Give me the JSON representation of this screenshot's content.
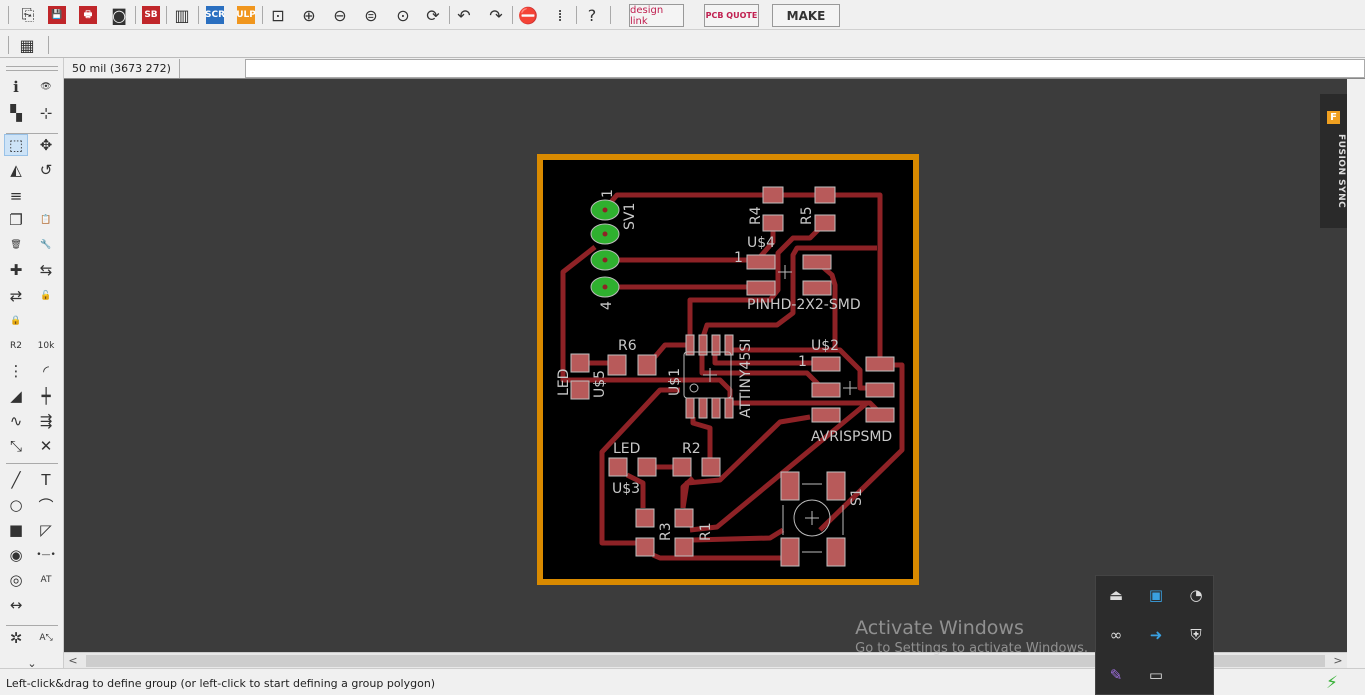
{
  "toolbar": {
    "icons": [
      {
        "name": "open",
        "glyph": "⎘"
      },
      {
        "name": "save",
        "glyph": "💾"
      },
      {
        "name": "print",
        "glyph": "🖶"
      },
      {
        "name": "cam",
        "glyph": "◙"
      },
      {
        "name": "sch-brd-switch",
        "glyph": "SB"
      },
      {
        "name": "library",
        "glyph": "▥"
      },
      {
        "name": "script",
        "glyph": "SCR"
      },
      {
        "name": "ulp",
        "glyph": "ULP"
      },
      {
        "name": "zoom-fit",
        "glyph": "⊡"
      },
      {
        "name": "zoom-in",
        "glyph": "⊕"
      },
      {
        "name": "zoom-out",
        "glyph": "⊖"
      },
      {
        "name": "zoom-select",
        "glyph": "⊜"
      },
      {
        "name": "zoom-menu",
        "glyph": "⊙"
      },
      {
        "name": "redraw",
        "glyph": "⟳"
      },
      {
        "name": "undo",
        "glyph": "↶"
      },
      {
        "name": "redo",
        "glyph": "↷"
      },
      {
        "name": "stop",
        "glyph": "⛔"
      },
      {
        "name": "go",
        "glyph": "⁞"
      },
      {
        "name": "help",
        "glyph": "?"
      }
    ],
    "designlink": "design link",
    "pcbquote": "PCB QUOTE",
    "make": "MAKE",
    "grid_icon": "▦"
  },
  "coord": "50 mil (3673 272)",
  "command": "",
  "left_toolbar": [
    {
      "name": "info",
      "glyph": "ℹ"
    },
    {
      "name": "show",
      "glyph": "👁"
    },
    {
      "name": "display-layers",
      "glyph": "▚"
    },
    {
      "name": "mark",
      "glyph": "⊹"
    },
    {
      "name": "group",
      "glyph": "⬚"
    },
    {
      "name": "move",
      "glyph": "✥"
    },
    {
      "name": "mirror",
      "glyph": "◭"
    },
    {
      "name": "rotate",
      "glyph": "↺"
    },
    {
      "name": "align",
      "glyph": "≡"
    },
    {
      "name": "",
      "glyph": ""
    },
    {
      "name": "copy",
      "glyph": "❐"
    },
    {
      "name": "paste",
      "glyph": "📋"
    },
    {
      "name": "delete",
      "glyph": "🗑"
    },
    {
      "name": "change",
      "glyph": "🔧"
    },
    {
      "name": "add",
      "glyph": "✚"
    },
    {
      "name": "replace",
      "glyph": "⇆"
    },
    {
      "name": "swap",
      "glyph": "⇄"
    },
    {
      "name": "lock-menu",
      "glyph": "🔓"
    },
    {
      "name": "lock",
      "glyph": "🔒"
    },
    {
      "name": "",
      "glyph": ""
    },
    {
      "name": "name",
      "glyph": "R2"
    },
    {
      "name": "value",
      "glyph": "10k"
    },
    {
      "name": "smash",
      "glyph": "⋮"
    },
    {
      "name": "miter",
      "glyph": "◜"
    },
    {
      "name": "split",
      "glyph": "◢"
    },
    {
      "name": "optimize",
      "glyph": "┿"
    },
    {
      "name": "meander",
      "glyph": "∿"
    },
    {
      "name": "route-multiple",
      "glyph": "⇶"
    },
    {
      "name": "route",
      "glyph": "⤡"
    },
    {
      "name": "ripup",
      "glyph": "✕"
    },
    {
      "name": "line",
      "glyph": "╱"
    },
    {
      "name": "text",
      "glyph": "T"
    },
    {
      "name": "circle",
      "glyph": "○"
    },
    {
      "name": "arc",
      "glyph": "⌒"
    },
    {
      "name": "rect",
      "glyph": "■"
    },
    {
      "name": "polygon",
      "glyph": "◸"
    },
    {
      "name": "via",
      "glyph": "◉"
    },
    {
      "name": "signal",
      "glyph": "•—•"
    },
    {
      "name": "hole",
      "glyph": "◎"
    },
    {
      "name": "attribute",
      "glyph": "AT"
    },
    {
      "name": "dimension",
      "glyph": "↔"
    },
    {
      "name": "",
      "glyph": ""
    },
    {
      "name": "ratsnest",
      "glyph": "✲"
    },
    {
      "name": "autorouter",
      "glyph": "A⤡"
    }
  ],
  "more": "⌄",
  "board": {
    "labels": {
      "sv1": "SV1",
      "sv1_pin1": "1",
      "sv1_pin4": "4",
      "r4": "R4",
      "r5": "R5",
      "u4": "U$4",
      "u4_pin1": "1",
      "pinhd": "PINHD-2X2-SMD",
      "r6": "R6",
      "led1": "LED",
      "u5": "U$5",
      "u1": "U$1",
      "attiny": "ATTINY45SI",
      "u2": "U$2",
      "u2_pin1": "1",
      "avrisp": "AVRISPSMD",
      "led2": "LED",
      "u3": "U$3",
      "r2": "R2",
      "r3": "R3",
      "r1": "R1",
      "s1": "S1"
    },
    "colors": {
      "outline": "#d98a00",
      "trace": "#8e2226",
      "pad": "#b85a5a",
      "via": "#2fb02f",
      "bg": "#000000"
    }
  },
  "fusion": {
    "icon": "F",
    "label": "FUSION SYNC"
  },
  "status": "Left-click&drag to define group (or left-click to start defining a group polygon)",
  "watermark": {
    "title": "Activate Windows",
    "sub": "Go to Settings to activate Windows."
  },
  "tray": [
    {
      "name": "usb-eject",
      "glyph": "⏏"
    },
    {
      "name": "app-blue",
      "glyph": "▣"
    },
    {
      "name": "wifi-paused",
      "glyph": "◔"
    },
    {
      "name": "creative-cloud",
      "glyph": "∞"
    },
    {
      "name": "share-arrow",
      "glyph": "➜"
    },
    {
      "name": "security-alert",
      "glyph": "⛨"
    },
    {
      "name": "feather",
      "glyph": "✎"
    },
    {
      "name": "monitor",
      "glyph": "▭"
    }
  ]
}
